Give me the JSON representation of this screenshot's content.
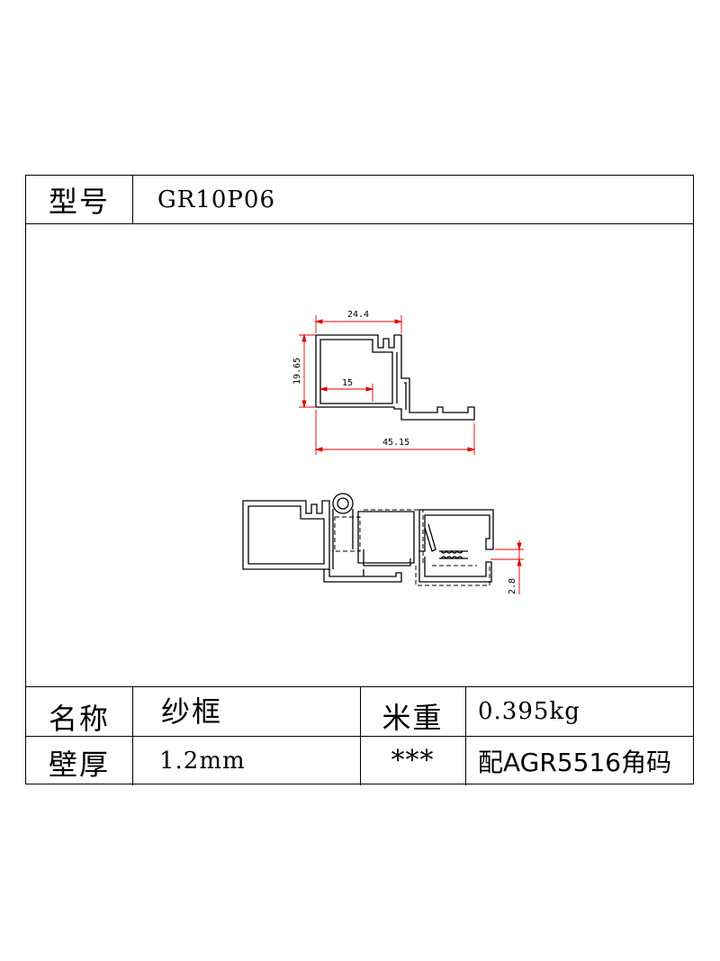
{
  "header": {
    "model_label": "型号",
    "model_value": "GR10P06"
  },
  "drawing": {
    "dim_top_width": "24.4",
    "dim_height": "19.65",
    "dim_inner": "15",
    "dim_total_width": "45.15",
    "dim_small": "2.8"
  },
  "footer": {
    "name_label": "名称",
    "name_value": "纱框",
    "weight_label": "米重",
    "weight_value": "0.395kg",
    "thickness_label": "壁厚",
    "thickness_value": "1.2mm",
    "extra_label": "***",
    "extra_value": "配AGR5516角码"
  },
  "colors": {
    "line": "#000000",
    "dimension": "#e00000"
  }
}
